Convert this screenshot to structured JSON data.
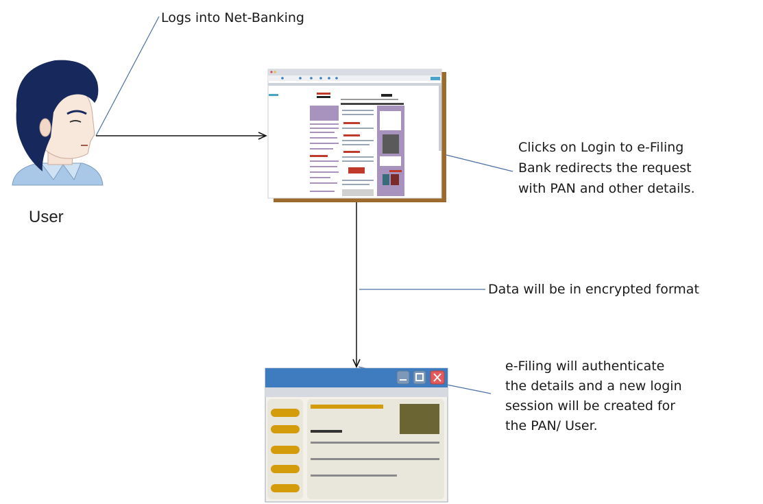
{
  "user": {
    "label": "User"
  },
  "annotations": {
    "login": "Logs into Net-Banking",
    "redirect_lines": [
      "Clicks on Login to e-Filing",
      "Bank redirects the request",
      "with PAN and other details."
    ],
    "encrypted": "Data will be in encrypted format",
    "authenticate_lines": [
      "e-Filing will authenticate",
      "the details and a new login",
      "session will be created for",
      "the PAN/ User."
    ]
  },
  "colors": {
    "connector": "#4a6fa5",
    "arrow": "#111111",
    "bank_frame": "#9b6a2c",
    "bank_accent": "#8b7aa3",
    "efiling_titlebar": "#3e7bbf",
    "efiling_body": "#e9e7dc",
    "efiling_pill": "#d49b0a",
    "efiling_photo": "#6b6433"
  }
}
